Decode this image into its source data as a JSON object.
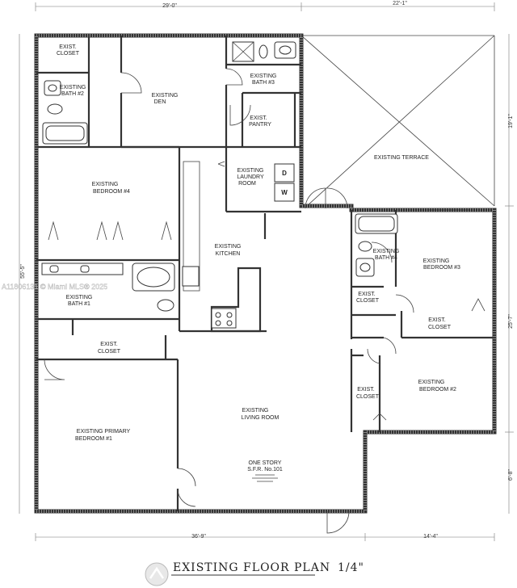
{
  "dimensions": {
    "top_left": "29'-0\"",
    "top_right": "22'-1\"",
    "left_side": "55'-5\"",
    "right_upper": "19'-1\"",
    "right_middle": "25'-7\"",
    "right_lower": "6'-8\"",
    "bottom_left": "36'-9\"",
    "bottom_right": "14'-4\""
  },
  "rooms": {
    "closet_top_left_1": "EXIST.",
    "closet_top_left_2": "CLOSET",
    "bath2_1": "EXISTING",
    "bath2_2": "BATH #2",
    "den_1": "EXISTING",
    "den_2": "DEN",
    "bath3_1": "EXISTING",
    "bath3_2": "BATH #3",
    "pantry_1": "EXIST.",
    "pantry_2": "PANTRY",
    "laundry_1": "EXISTING",
    "laundry_2": "LAUNDRY",
    "laundry_3": "ROOM",
    "dryer": "D",
    "washer": "W",
    "terrace": "EXISTING TERRACE",
    "bedroom4_1": "EXISTING",
    "bedroom4_2": "BEDROOM #4",
    "kitchen_1": "EXISTING",
    "kitchen_2": "KITCHEN",
    "bath1_1": "EXISTING",
    "bath1_2": "BATH #1",
    "closet_mid_1": "EXIST.",
    "closet_mid_2": "CLOSET",
    "bath4_1": "EXISTING",
    "bath4_2": "BATH #4",
    "closet_bath4_1": "EXIST.",
    "closet_bath4_2": "CLOSET",
    "bedroom3_1": "EXISTING",
    "bedroom3_2": "BEDROOM #3",
    "closet_bed3_1": "EXIST.",
    "closet_bed3_2": "CLOSET",
    "closet_bed2_1": "EXIST.",
    "closet_bed2_2": "CLOSET",
    "bedroom2_1": "EXISTING",
    "bedroom2_2": "BEDROOM #2",
    "living_1": "EXISTING",
    "living_2": "LIVING ROOM",
    "primary_1": "EXISTING PRIMARY",
    "primary_2": "BEDROOM #1"
  },
  "notes": {
    "story_1": "ONE STORY",
    "story_2": "S.F.R. No.101"
  },
  "title": {
    "text": "EXISTING FLOOR PLAN",
    "scale": "1/4\""
  },
  "watermark": "A11806131 © Miami MLS® 2025"
}
